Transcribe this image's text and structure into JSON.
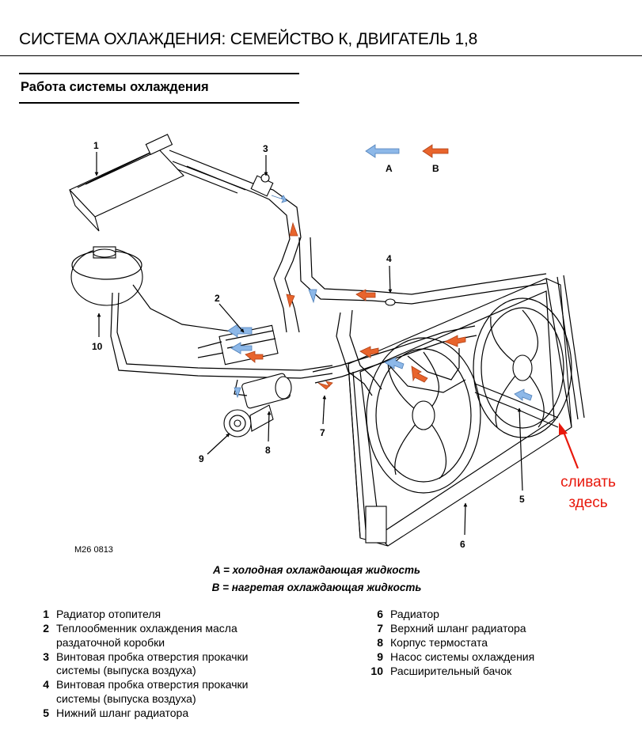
{
  "header": {
    "title": "СИСТЕМА ОХЛАЖДЕНИЯ: СЕМЕЙСТВО К, ДВИГАТЕЛЬ 1,8"
  },
  "section": {
    "title": "Работа системы охлаждения"
  },
  "diagram": {
    "figure_id": "M26 0813",
    "callouts": [
      "1",
      "2",
      "3",
      "4",
      "5",
      "6",
      "7",
      "8",
      "9",
      "10"
    ],
    "arrow_keys": {
      "a": "A",
      "b": "B"
    },
    "colors": {
      "cold": "#8db8e8",
      "hot": "#e8642c",
      "annotation": "#e8180c"
    },
    "annotation": {
      "line1": "сливать",
      "line2": "здесь"
    }
  },
  "legend": {
    "a": "A = холодная охлаждающая жидкость",
    "b": "B = нагретая охлаждающая жидкость"
  },
  "parts_left": [
    {
      "num": "1",
      "text": "Радиатор отопителя"
    },
    {
      "num": "2",
      "text": "Теплообменник охлаждения масла раздаточной коробки"
    },
    {
      "num": "3",
      "text": "Винтовая пробка отверстия прокачки системы (выпуска воздуха)"
    },
    {
      "num": "4",
      "text": "Винтовая пробка отверстия прокачки системы (выпуска воздуха)"
    },
    {
      "num": "5",
      "text": "Нижний шланг радиатора"
    }
  ],
  "parts_right": [
    {
      "num": "6",
      "text": "Радиатор"
    },
    {
      "num": "7",
      "text": "Верхний шланг радиатора"
    },
    {
      "num": "8",
      "text": "Корпус термостата"
    },
    {
      "num": "9",
      "text": "Насос системы охлаждения"
    },
    {
      "num": "10",
      "text": "Расширительный бачок"
    }
  ]
}
